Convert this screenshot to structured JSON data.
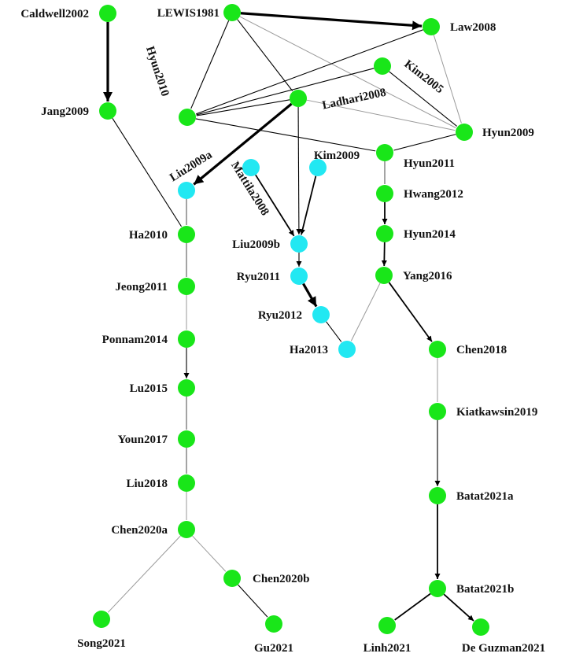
{
  "colors": {
    "primary_node": "#19e619",
    "secondary_node": "#22e8f2",
    "edge_dark": "#000000",
    "edge_light": "#9a9a9a",
    "edge_mid": "#5a5a5a"
  },
  "nodes": [
    {
      "id": "Caldwell2002",
      "label": "Caldwell2002",
      "group": "primary"
    },
    {
      "id": "LEWIS1981",
      "label": "LEWIS1981",
      "group": "primary"
    },
    {
      "id": "Law2008",
      "label": "Law2008",
      "group": "primary"
    },
    {
      "id": "Hyun2010",
      "label": "Hyun2010",
      "group": "primary"
    },
    {
      "id": "Kim2005",
      "label": "Kim2005",
      "group": "primary"
    },
    {
      "id": "Ladhari2008",
      "label": "Ladhari2008",
      "group": "primary"
    },
    {
      "id": "Hyun2009",
      "label": "Hyun2009",
      "group": "primary"
    },
    {
      "id": "Jang2009",
      "label": "Jang2009",
      "group": "primary"
    },
    {
      "id": "Hyun2011",
      "label": "Hyun2011",
      "group": "primary"
    },
    {
      "id": "Kim2009",
      "label": "Kim2009",
      "group": "secondary"
    },
    {
      "id": "Mattila2008",
      "label": "Mattila2008",
      "group": "secondary"
    },
    {
      "id": "Liu2009a",
      "label": "Liu2009a",
      "group": "secondary"
    },
    {
      "id": "Hwang2012",
      "label": "Hwang2012",
      "group": "primary"
    },
    {
      "id": "Ha2010",
      "label": "Ha2010",
      "group": "primary"
    },
    {
      "id": "Liu2009b",
      "label": "Liu2009b",
      "group": "secondary"
    },
    {
      "id": "Hyun2014",
      "label": "Hyun2014",
      "group": "primary"
    },
    {
      "id": "Ryu2011",
      "label": "Ryu2011",
      "group": "secondary"
    },
    {
      "id": "Yang2016",
      "label": "Yang2016",
      "group": "primary"
    },
    {
      "id": "Jeong2011",
      "label": "Jeong2011",
      "group": "primary"
    },
    {
      "id": "Ryu2012",
      "label": "Ryu2012",
      "group": "secondary"
    },
    {
      "id": "Ha2013",
      "label": "Ha2013",
      "group": "secondary"
    },
    {
      "id": "Ponnam2014",
      "label": "Ponnam2014",
      "group": "primary"
    },
    {
      "id": "Chen2018",
      "label": "Chen2018",
      "group": "primary"
    },
    {
      "id": "Lu2015",
      "label": "Lu2015",
      "group": "primary"
    },
    {
      "id": "Kiatkawsin2019",
      "label": "Kiatkawsin2019",
      "group": "primary"
    },
    {
      "id": "Youn2017",
      "label": "Youn2017",
      "group": "primary"
    },
    {
      "id": "Liu2018",
      "label": "Liu2018",
      "group": "primary"
    },
    {
      "id": "Batat2021a",
      "label": "Batat2021a",
      "group": "primary"
    },
    {
      "id": "Chen2020a",
      "label": "Chen2020a",
      "group": "primary"
    },
    {
      "id": "Chen2020b",
      "label": "Chen2020b",
      "group": "primary"
    },
    {
      "id": "Batat2021b",
      "label": "Batat2021b",
      "group": "primary"
    },
    {
      "id": "Song2021",
      "label": "Song2021",
      "group": "primary"
    },
    {
      "id": "Gu2021",
      "label": "Gu2021",
      "group": "primary"
    },
    {
      "id": "Linh2021",
      "label": "Linh2021",
      "group": "primary"
    },
    {
      "id": "DeGuzman2021",
      "label": "De Guzman2021",
      "group": "primary"
    }
  ],
  "edges": [
    {
      "from": "Caldwell2002",
      "to": "Jang2009",
      "weight": "heavy",
      "arrow": true
    },
    {
      "from": "LEWIS1981",
      "to": "Law2008",
      "weight": "heavy",
      "arrow": true
    },
    {
      "from": "LEWIS1981",
      "to": "Hyun2010",
      "weight": "normal",
      "arrow": false
    },
    {
      "from": "LEWIS1981",
      "to": "Ladhari2008",
      "weight": "normal",
      "arrow": false
    },
    {
      "from": "LEWIS1981",
      "to": "Hyun2009",
      "weight": "faint",
      "arrow": false
    },
    {
      "from": "Law2008",
      "to": "Hyun2010",
      "weight": "normal",
      "arrow": false
    },
    {
      "from": "Law2008",
      "to": "Hyun2009",
      "weight": "faint",
      "arrow": false
    },
    {
      "from": "Kim2005",
      "to": "Hyun2010",
      "weight": "normal",
      "arrow": false
    },
    {
      "from": "Kim2005",
      "to": "Hyun2009",
      "weight": "normal",
      "arrow": false
    },
    {
      "from": "Ladhari2008",
      "to": "Hyun2010",
      "weight": "normal",
      "arrow": false
    },
    {
      "from": "Ladhari2008",
      "to": "Hyun2009",
      "weight": "faint",
      "arrow": false
    },
    {
      "from": "Hyun2010",
      "to": "Hyun2011",
      "weight": "normal",
      "arrow": false
    },
    {
      "from": "Hyun2009",
      "to": "Hyun2011",
      "weight": "normal",
      "arrow": false
    },
    {
      "from": "Ladhari2008",
      "to": "Liu2009a",
      "weight": "heavy",
      "arrow": true
    },
    {
      "from": "Ladhari2008",
      "to": "Liu2009b",
      "weight": "normal",
      "arrow": true
    },
    {
      "from": "Mattila2008",
      "to": "Liu2009b",
      "weight": "medium",
      "arrow": true
    },
    {
      "from": "Kim2009",
      "to": "Liu2009b",
      "weight": "medium",
      "arrow": true
    },
    {
      "from": "Jang2009",
      "to": "Ha2010",
      "weight": "normal",
      "arrow": false
    },
    {
      "from": "Liu2009a",
      "to": "Ha2010",
      "weight": "mid",
      "arrow": false
    },
    {
      "from": "Liu2009b",
      "to": "Ryu2011",
      "weight": "normal",
      "arrow": true
    },
    {
      "from": "Ryu2011",
      "to": "Ryu2012",
      "weight": "heavy",
      "arrow": true
    },
    {
      "from": "Ryu2012",
      "to": "Ha2013",
      "weight": "normal",
      "arrow": false
    },
    {
      "from": "Yang2016",
      "to": "Ha2013",
      "weight": "faint",
      "arrow": false
    },
    {
      "from": "Hyun2011",
      "to": "Hwang2012",
      "weight": "mid",
      "arrow": false
    },
    {
      "from": "Hwang2012",
      "to": "Hyun2014",
      "weight": "medium",
      "arrow": true
    },
    {
      "from": "Hyun2014",
      "to": "Yang2016",
      "weight": "medium",
      "arrow": true
    },
    {
      "from": "Yang2016",
      "to": "Chen2018",
      "weight": "medium",
      "arrow": true
    },
    {
      "from": "Chen2018",
      "to": "Kiatkawsin2019",
      "weight": "faint",
      "arrow": false
    },
    {
      "from": "Kiatkawsin2019",
      "to": "Batat2021a",
      "weight": "normal",
      "arrow": true
    },
    {
      "from": "Batat2021a",
      "to": "Batat2021b",
      "weight": "medium",
      "arrow": true
    },
    {
      "from": "Batat2021b",
      "to": "Linh2021",
      "weight": "medium",
      "arrow": false
    },
    {
      "from": "Batat2021b",
      "to": "DeGuzman2021",
      "weight": "medium",
      "arrow": true
    },
    {
      "from": "Ha2010",
      "to": "Jeong2011",
      "weight": "mid",
      "arrow": false
    },
    {
      "from": "Jeong2011",
      "to": "Ponnam2014",
      "weight": "faint",
      "arrow": false
    },
    {
      "from": "Ponnam2014",
      "to": "Lu2015",
      "weight": "normal",
      "arrow": true
    },
    {
      "from": "Lu2015",
      "to": "Youn2017",
      "weight": "mid",
      "arrow": false
    },
    {
      "from": "Youn2017",
      "to": "Liu2018",
      "weight": "mid",
      "arrow": false
    },
    {
      "from": "Liu2018",
      "to": "Chen2020a",
      "weight": "faint",
      "arrow": false
    },
    {
      "from": "Chen2020a",
      "to": "Song2021",
      "weight": "faint",
      "arrow": false
    },
    {
      "from": "Chen2020a",
      "to": "Chen2020b",
      "weight": "faint",
      "arrow": false
    },
    {
      "from": "Chen2020b",
      "to": "Gu2021",
      "weight": "normal",
      "arrow": false
    }
  ]
}
